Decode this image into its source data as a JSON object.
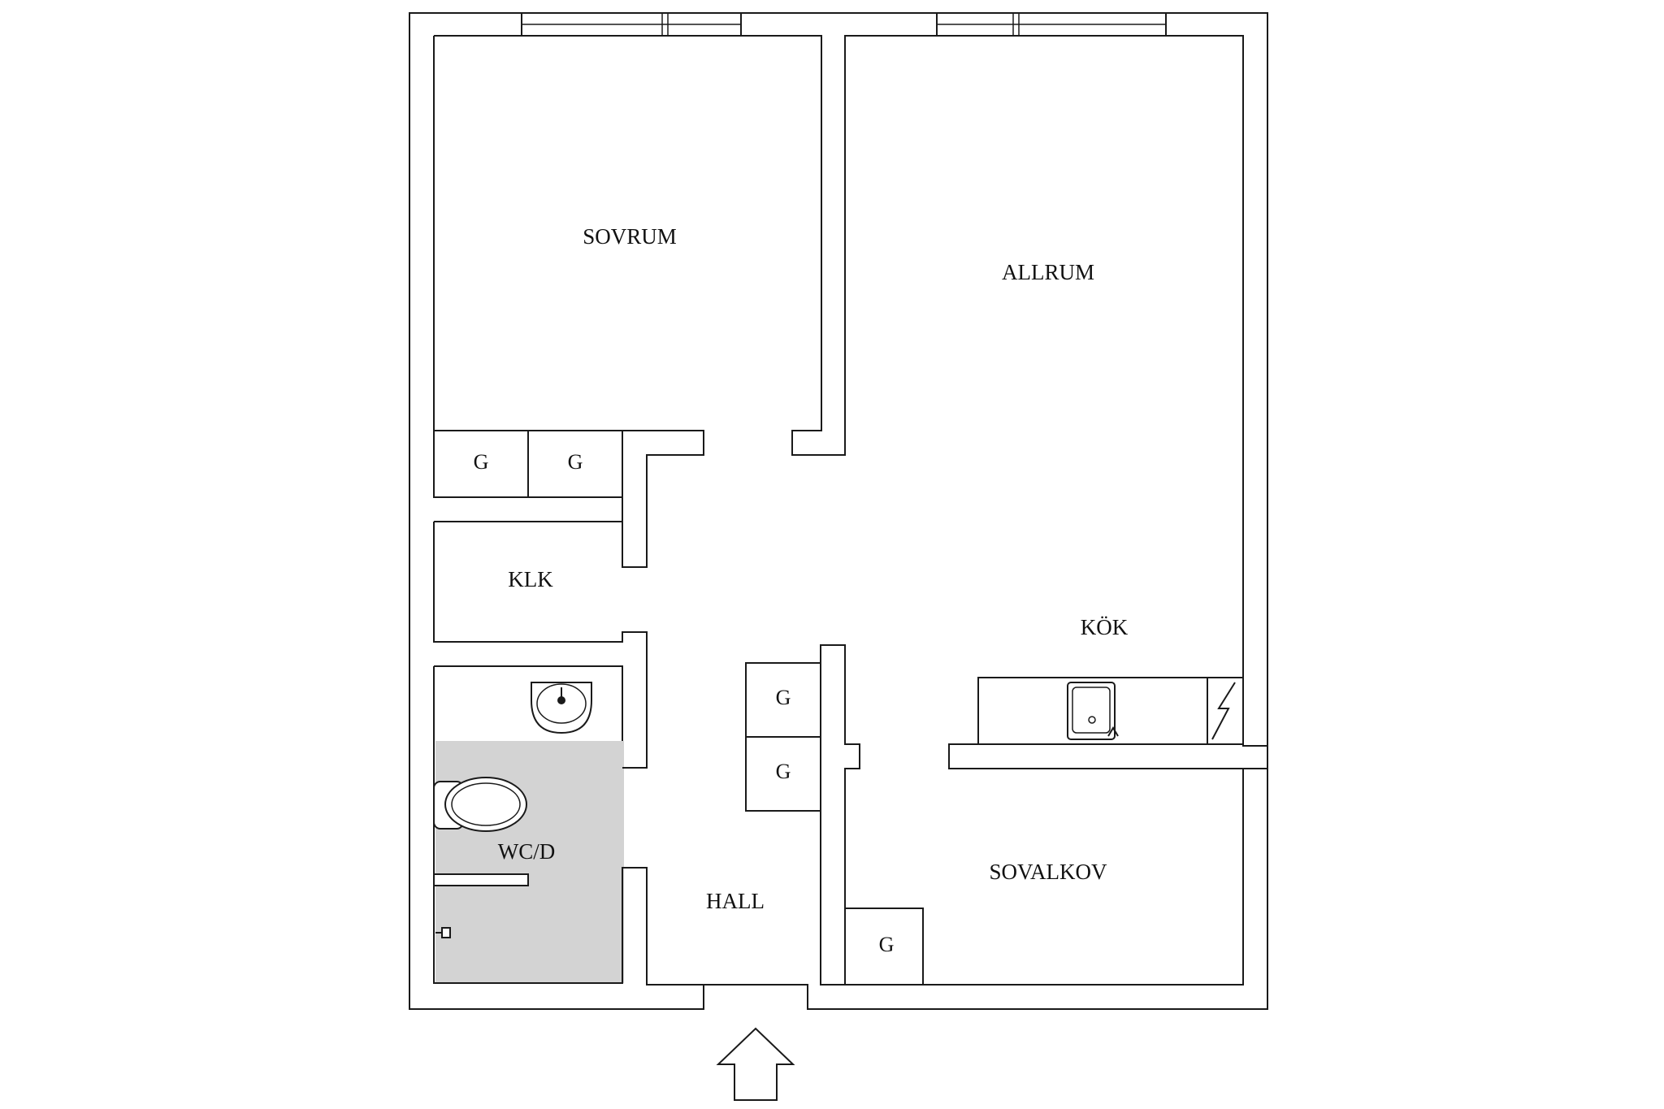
{
  "colors": {
    "background": "#ffffff",
    "wall_outline": "#1a1a1a",
    "wet_room_fill": "#d3d3d3"
  },
  "rooms": {
    "sovrum": "SOVRUM",
    "allrum": "ALLRUM",
    "klk": "KLK",
    "kok": "KÖK",
    "wcd": "WC/D",
    "hall": "HALL",
    "sovalkov": "SOVALKOV"
  },
  "closets": {
    "sovrum_left": "G",
    "sovrum_right": "G",
    "hall_upper": "G",
    "hall_lower": "G",
    "sovalkov": "G"
  },
  "icons": {
    "washbasin": "washbasin-icon",
    "toilet": "toilet-icon",
    "shower": "shower-icon",
    "kitchen_sink": "kitchen-sink-icon",
    "stove": "stove-icon",
    "entrance_arrow": "entrance-arrow-icon"
  }
}
